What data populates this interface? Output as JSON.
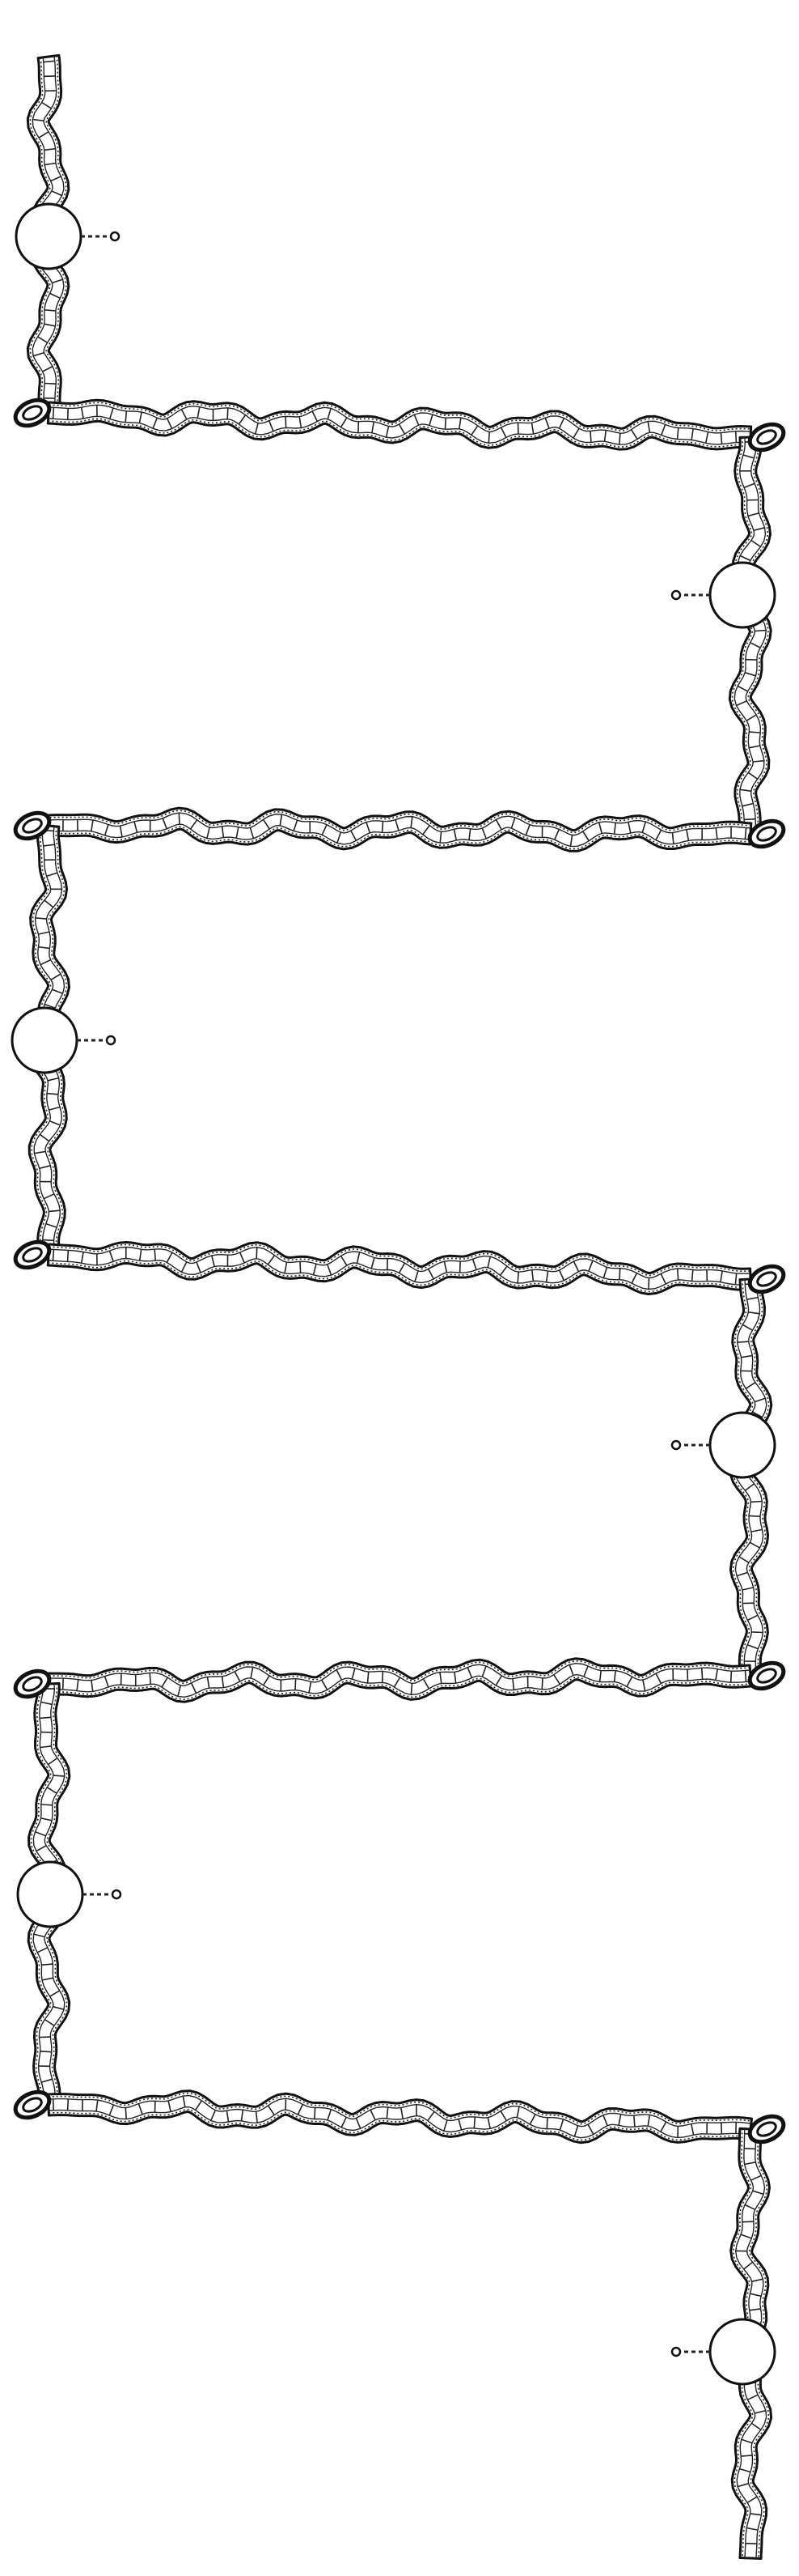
{
  "diagram": {
    "kind": "filmstrip-timeline",
    "segment_count": 11,
    "milestone_count": 6,
    "milestones": [
      {
        "side": "left",
        "label": ""
      },
      {
        "side": "right",
        "label": ""
      },
      {
        "side": "left",
        "label": ""
      },
      {
        "side": "right",
        "label": ""
      },
      {
        "side": "left",
        "label": ""
      },
      {
        "side": "right",
        "label": ""
      }
    ],
    "colors": {
      "background": "#ffffff",
      "strip": "#ffffff",
      "outline": "#111111",
      "frames": "#222222",
      "milestone_fill": "#ffffff",
      "connector": "#222222"
    }
  }
}
